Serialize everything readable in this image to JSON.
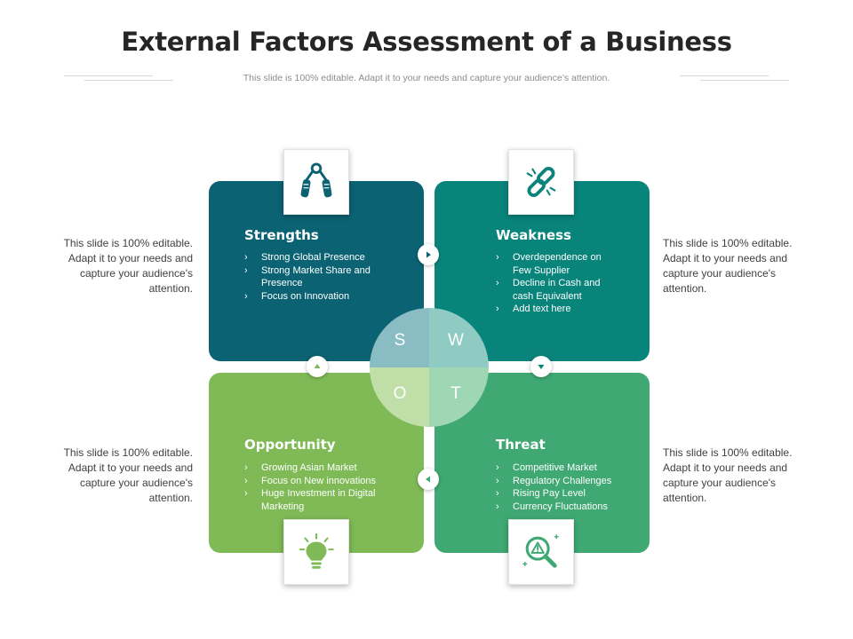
{
  "title": "External Factors Assessment of a Business",
  "subtitle": "This slide is 100% editable. Adapt it to your needs and capture your audience’s attention.",
  "colors": {
    "strengths": "#0b6272",
    "weakness": "#09847b",
    "opportunity": "#7fba56",
    "threat": "#3fa873",
    "circle_s": "#8abcc3",
    "circle_w": "#8fcbc3",
    "circle_o": "#bfdea8",
    "circle_t": "#9fd6b4"
  },
  "quadrants": {
    "strengths": {
      "title": "Strengths",
      "icon": "hand-grip-icon",
      "items": [
        "Strong Global Presence",
        "Strong Market Share and Presence",
        "Focus on Innovation"
      ]
    },
    "weakness": {
      "title": "Weakness",
      "icon": "broken-link-icon",
      "items": [
        "Overdependence on Few Supplier",
        "Decline in Cash and cash Equivalent",
        "Add text here"
      ]
    },
    "opportunity": {
      "title": "Opportunity",
      "icon": "lightbulb-icon",
      "items": [
        "Growing Asian Market",
        "Focus on New innovations",
        "Huge Investment in Digital Marketing"
      ]
    },
    "threat": {
      "title": "Threat",
      "icon": "magnifier-warning-icon",
      "items": [
        "Competitive Market",
        "Regulatory Challenges",
        "Rising Pay Level",
        "Currency Fluctuations"
      ]
    }
  },
  "letters": {
    "s": "S",
    "w": "W",
    "o": "O",
    "t": "T"
  },
  "side_texts": {
    "top_left": "This slide is 100% editable. Adapt it to your needs and capture your audience's attention.",
    "top_right": "This slide is 100% editable. Adapt it to your needs and capture your audience's attention.",
    "bottom_left": "This slide is 100% editable. Adapt it to your needs and capture your audience's attention.",
    "bottom_right": "This slide is 100% editable. Adapt it to your needs and capture your audience's attention."
  },
  "arrows": {
    "top": "arrow-right-icon",
    "right": "arrow-down-icon",
    "bottom": "arrow-left-icon",
    "left": "arrow-up-icon"
  }
}
